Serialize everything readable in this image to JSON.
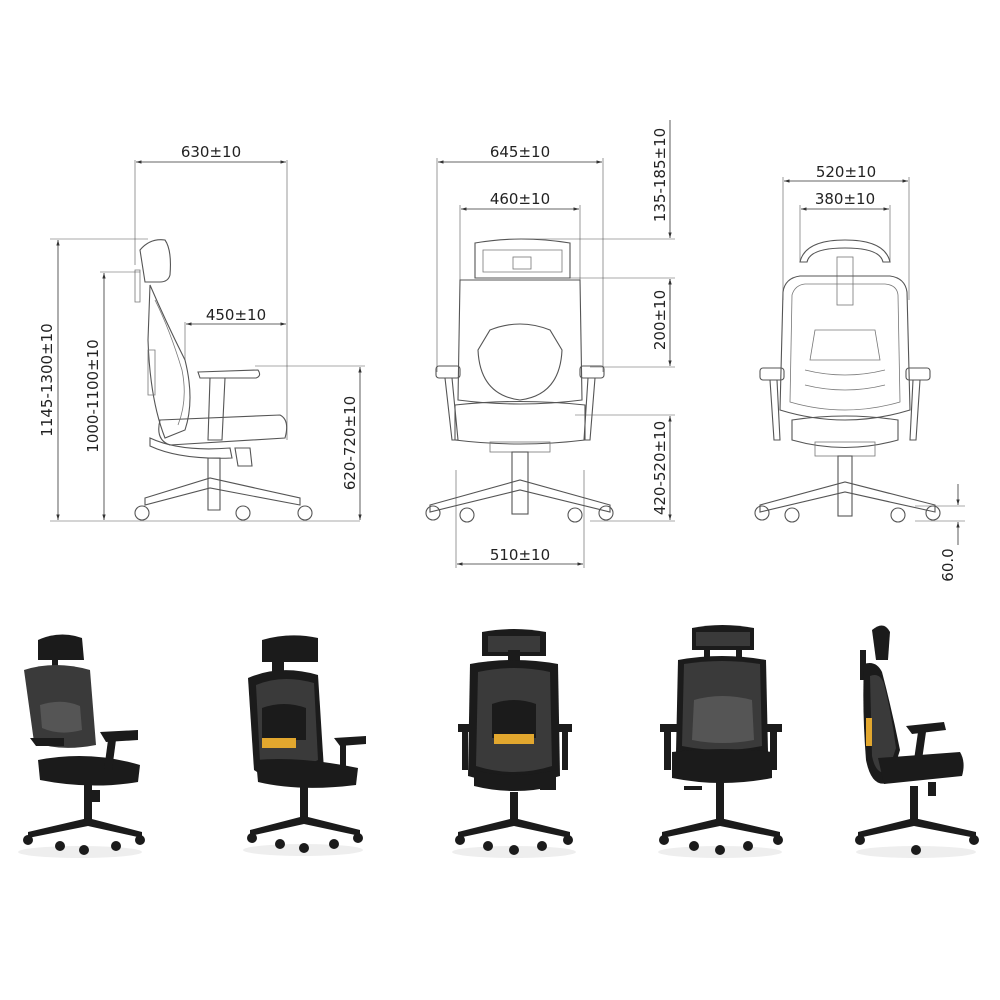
{
  "side_view": {
    "overall_depth": "630±10",
    "seat_depth": "450±10",
    "total_height": "1145-1300±10",
    "height_without_headrest": "1000-1100±10",
    "armrest_height": "620-720±10"
  },
  "front_view": {
    "overall_width": "645±10",
    "backrest_width": "460±10",
    "headrest_adjust": "135-185±10",
    "lumbar_adjust": "200±10",
    "seat_height": "420-520±10",
    "base_width": "510±10"
  },
  "back_view": {
    "outer_width": "520±10",
    "inner_width": "380±10",
    "caster_height": "60.0"
  },
  "photos": [
    {
      "view": "front-left"
    },
    {
      "view": "rear-left"
    },
    {
      "view": "rear"
    },
    {
      "view": "front"
    },
    {
      "view": "side"
    }
  ],
  "colors": {
    "chair": "#1b1b1b",
    "mesh": "#3a3a3a",
    "lumbar_accent": "#e2a72e",
    "drawing": "#555555"
  }
}
